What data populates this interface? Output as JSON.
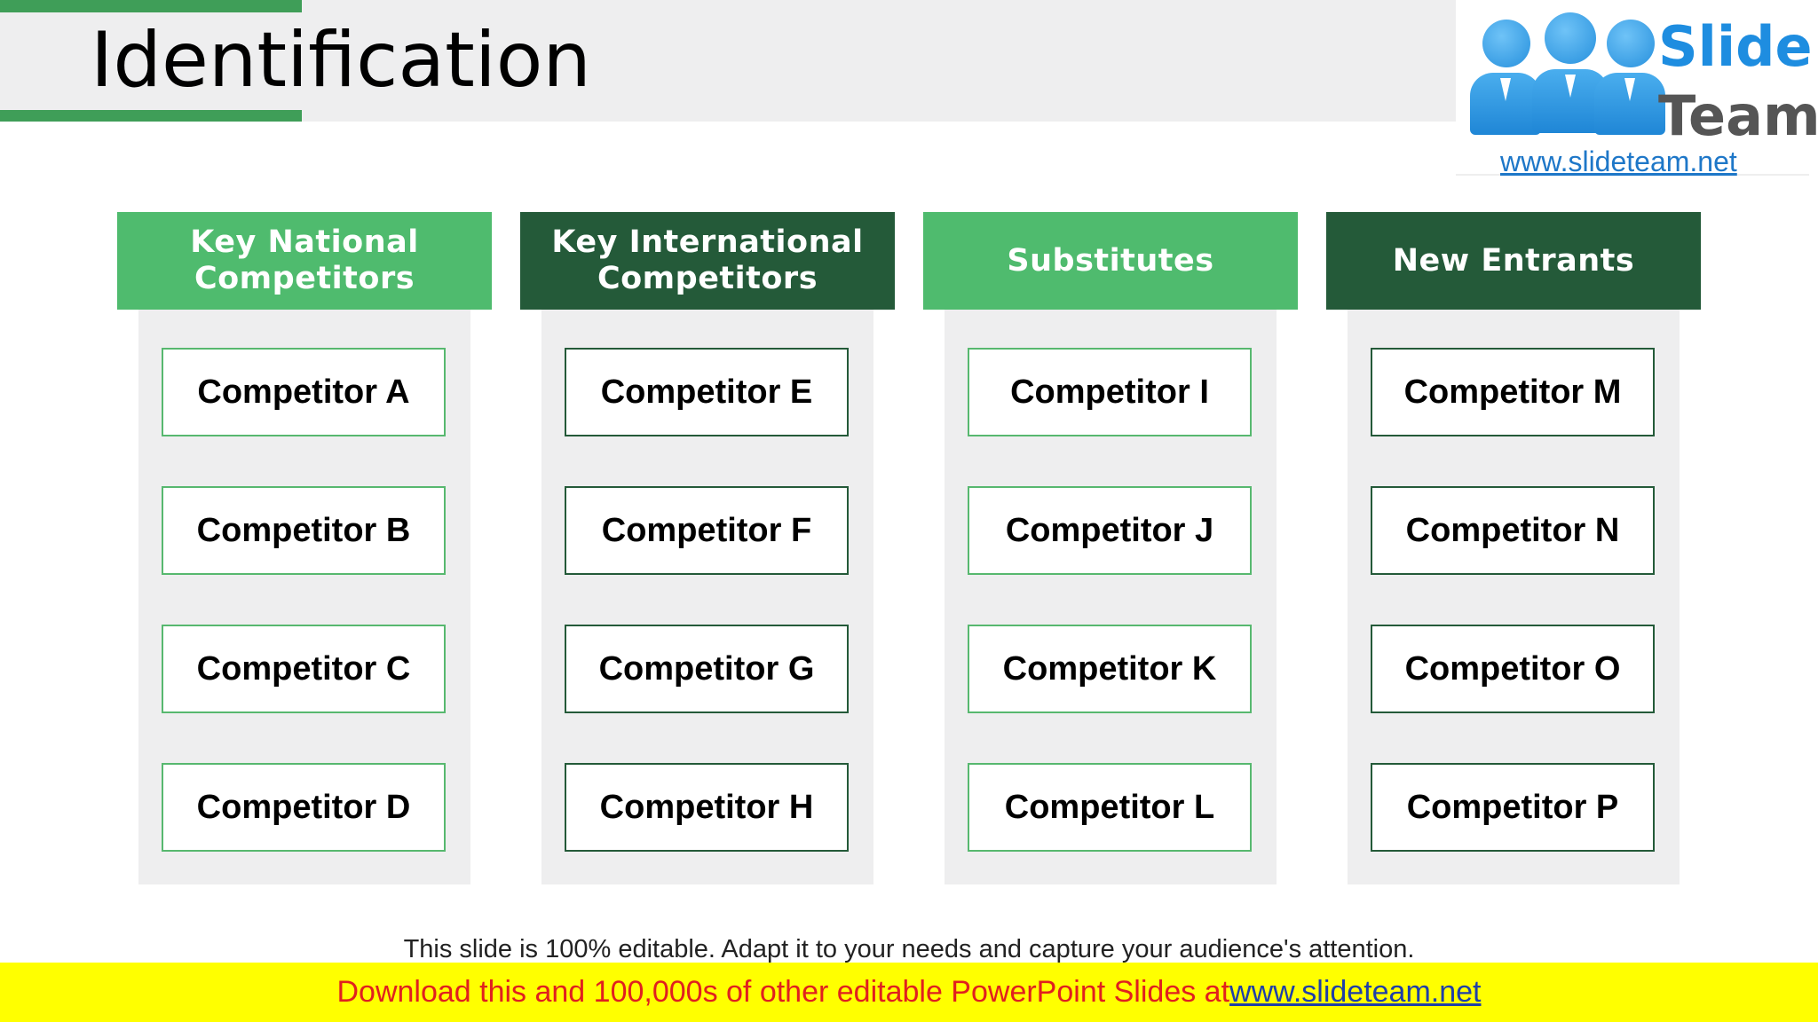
{
  "slide": {
    "title": "Identification"
  },
  "logo": {
    "word1": "Slide",
    "word2": "Team",
    "url": "www.slideteam.net"
  },
  "columns": [
    {
      "header": "Key National\nCompetitors",
      "style": "light",
      "items": [
        "Competitor A",
        "Competitor B",
        "Competitor C",
        "Competitor D"
      ]
    },
    {
      "header": "Key International\nCompetitors",
      "style": "dark",
      "items": [
        "Competitor E",
        "Competitor F",
        "Competitor G",
        "Competitor H"
      ]
    },
    {
      "header": "Substitutes",
      "style": "light",
      "items": [
        "Competitor I",
        "Competitor J",
        "Competitor K",
        "Competitor L"
      ]
    },
    {
      "header": "New Entrants",
      "style": "dark",
      "items": [
        "Competitor M",
        "Competitor N",
        "Competitor O",
        "Competitor P"
      ]
    }
  ],
  "footer": {
    "note": "This slide is 100% editable. Adapt it to your needs and capture your audience's attention.",
    "download_text": "Download this and 100,000s of other editable PowerPoint Slides at ",
    "download_link": "www.slideteam.net"
  },
  "colors": {
    "light_green": "#4fbb6e",
    "dark_green": "#245a39",
    "accent_green": "#3f9e58",
    "panel_gray": "#eeeeef",
    "banner_yellow": "#ffff00",
    "banner_text_red": "#e0201f"
  }
}
